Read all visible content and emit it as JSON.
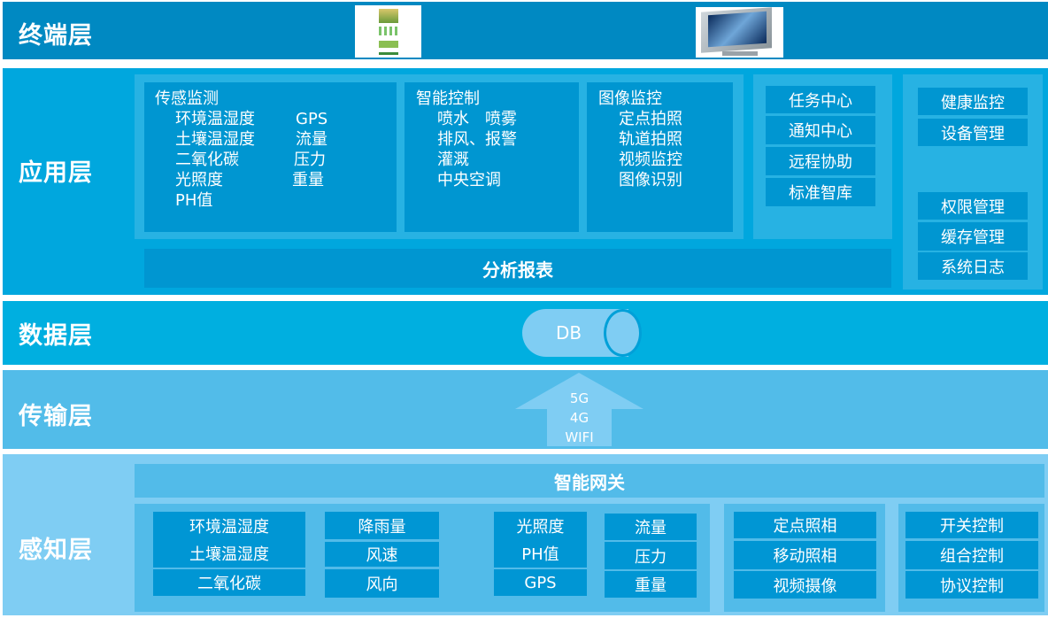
{
  "terminal": {
    "title": "终端层",
    "images": [
      "phone-app-screenshot",
      "desktop-monitor"
    ]
  },
  "application": {
    "title": "应用层",
    "sensing": {
      "title": "传感监测",
      "col1": [
        "环境温湿度",
        "土壤温湿度",
        "二氧化碳",
        "光照度",
        "PH值"
      ],
      "col2": [
        "GPS",
        "流量",
        "压力",
        "重量"
      ]
    },
    "control": {
      "title": "智能控制",
      "items": [
        "喷水　喷雾",
        "排风、报警",
        "灌溉",
        "中央空调"
      ]
    },
    "image": {
      "title": "图像监控",
      "items": [
        "定点拍照",
        "轨道拍照",
        "视频监控",
        "图像识别"
      ]
    },
    "analysis": "分析报表",
    "services": [
      "任务中心",
      "通知中心",
      "远程协助",
      "标准智库"
    ],
    "system_top": [
      "健康监控",
      "设备管理"
    ],
    "system_bottom": [
      "权限管理",
      "缓存管理",
      "系统日志"
    ]
  },
  "data": {
    "title": "数据层",
    "db": "DB"
  },
  "transport": {
    "title": "传输层",
    "networks": [
      "5G",
      "4G",
      "WIFI"
    ]
  },
  "perception": {
    "title": "感知层",
    "gateway": "智能网关",
    "env": [
      "环境温湿度",
      "土壤温湿度",
      "二氧化碳"
    ],
    "weather": [
      "降雨量",
      "风速",
      "风向"
    ],
    "light": [
      "光照度",
      "PH值",
      "GPS"
    ],
    "measure": [
      "流量",
      "压力",
      "重量"
    ],
    "camera": [
      "定点照相",
      "移动照相",
      "视频摄像"
    ],
    "controls": [
      "开关控制",
      "组合控制",
      "协议控制"
    ]
  },
  "colors": {
    "terminal": "#0089c2",
    "application": "#00a7de",
    "data": "#00afe0",
    "transport": "#52bce9",
    "perception": "#7fcdf3",
    "box": "#0096d1"
  }
}
